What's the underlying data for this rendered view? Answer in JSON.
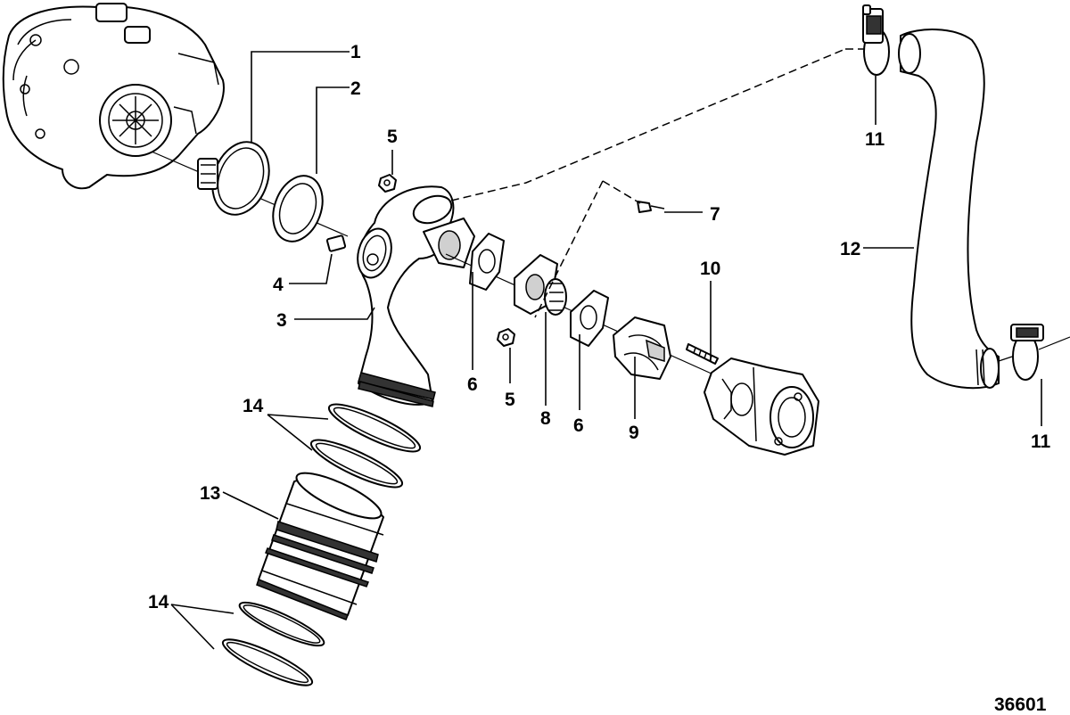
{
  "callouts": {
    "c1": "1",
    "c2": "2",
    "c3": "3",
    "c4": "4",
    "c5a": "5",
    "c5b": "5",
    "c6a": "6",
    "c6b": "6",
    "c7": "7",
    "c8": "8",
    "c9": "9",
    "c10": "10",
    "c11a": "11",
    "c11b": "11",
    "c12": "12",
    "c13": "13",
    "c14a": "14",
    "c14b": "14"
  },
  "figure_number": "36601"
}
